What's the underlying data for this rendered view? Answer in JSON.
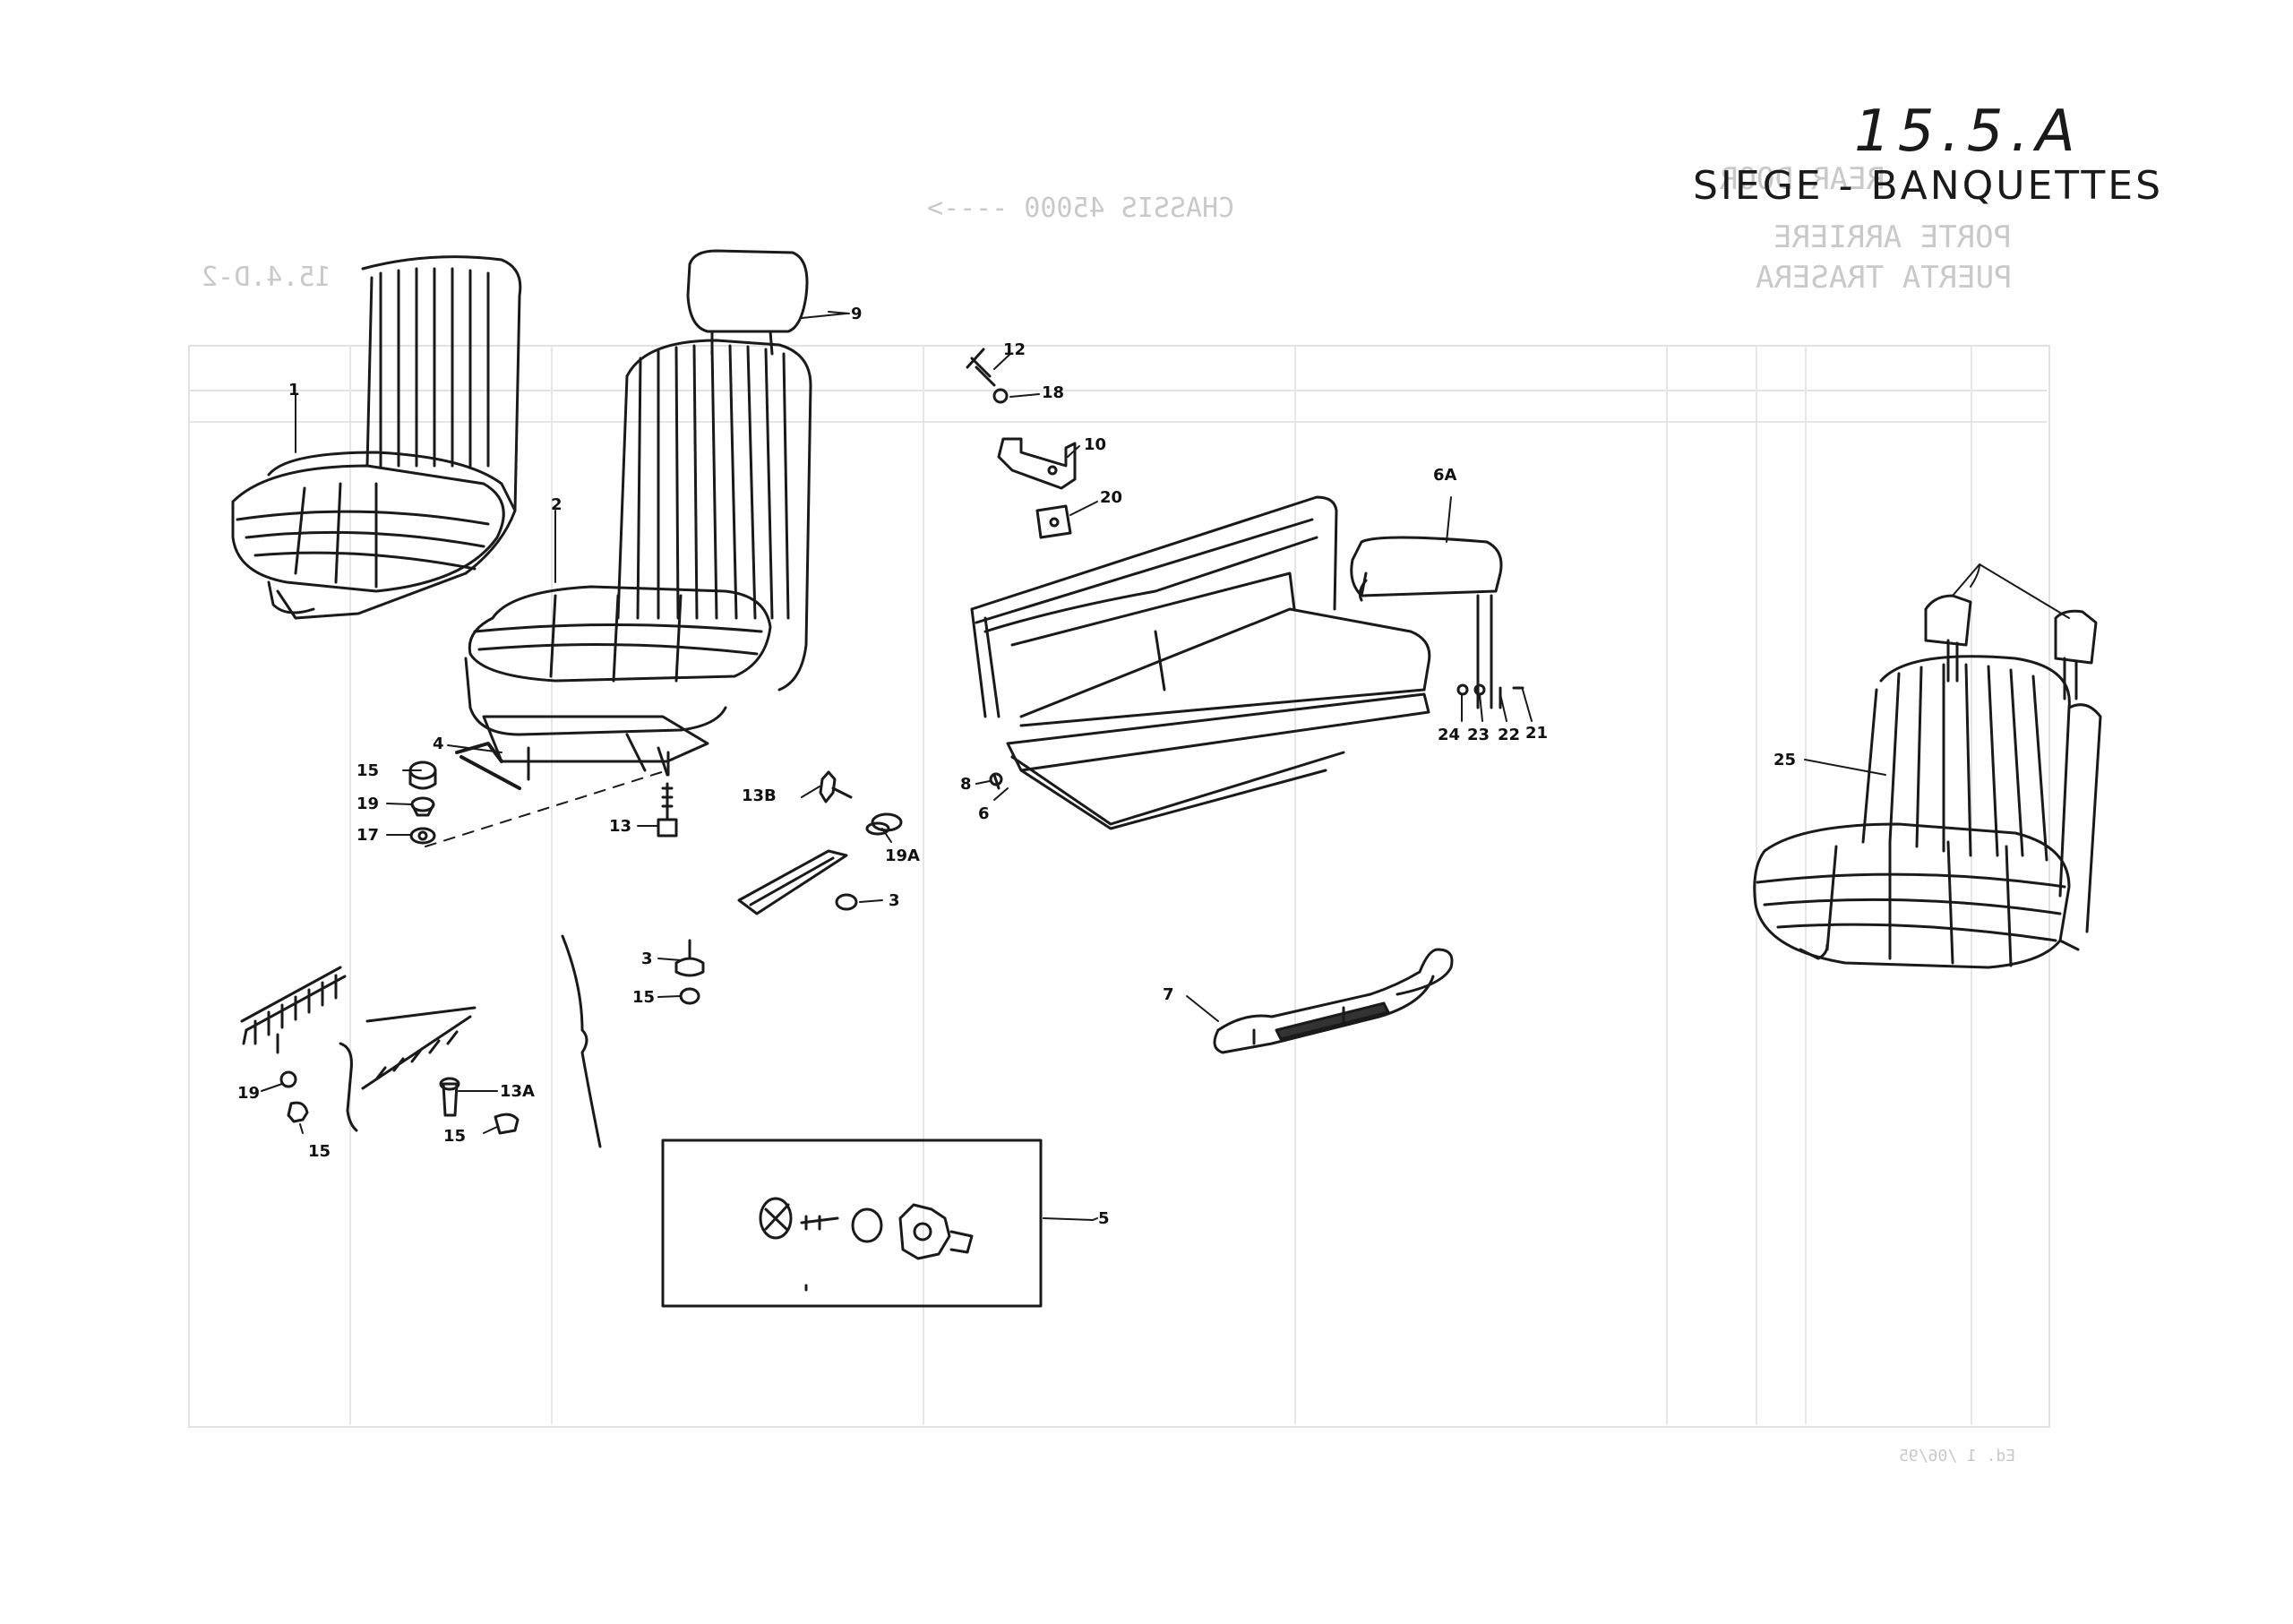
{
  "header": {
    "page_number": "15.5.A",
    "title": "SIEGE - BANQUETTES"
  },
  "callouts": [
    {
      "id": "c1",
      "label": "1"
    },
    {
      "id": "c2",
      "label": "2"
    },
    {
      "id": "c4",
      "label": "4"
    },
    {
      "id": "c9",
      "label": "9"
    },
    {
      "id": "c12",
      "label": "12"
    },
    {
      "id": "c18",
      "label": "18"
    },
    {
      "id": "c10",
      "label": "10"
    },
    {
      "id": "c20",
      "label": "20"
    },
    {
      "id": "c6A",
      "label": "6A"
    },
    {
      "id": "c15a",
      "label": "15"
    },
    {
      "id": "c19a",
      "label": "19"
    },
    {
      "id": "c17",
      "label": "17"
    },
    {
      "id": "c13",
      "label": "13"
    },
    {
      "id": "c13B",
      "label": "13B"
    },
    {
      "id": "c19A",
      "label": "19A"
    },
    {
      "id": "c3a",
      "label": "3"
    },
    {
      "id": "c8",
      "label": "8"
    },
    {
      "id": "c6",
      "label": "6"
    },
    {
      "id": "c24",
      "label": "24"
    },
    {
      "id": "c23",
      "label": "23"
    },
    {
      "id": "c22",
      "label": "22"
    },
    {
      "id": "c21",
      "label": "21"
    },
    {
      "id": "c25",
      "label": "25"
    },
    {
      "id": "c3b",
      "label": "3"
    },
    {
      "id": "c15b",
      "label": "15"
    },
    {
      "id": "c7",
      "label": "7"
    },
    {
      "id": "c19b",
      "label": "19"
    },
    {
      "id": "c15c",
      "label": "15"
    },
    {
      "id": "c13A",
      "label": "13A"
    },
    {
      "id": "c15d",
      "label": "15"
    },
    {
      "id": "c5",
      "label": "5"
    }
  ],
  "bleed_through": {
    "chassis": "CHASSIS 45000 ---->",
    "line1": "REAR DOOR",
    "line2": "PORTE ARRIERE",
    "line3": "PUERTA TRASERA",
    "ref": "15.4.D-2",
    "footer": "Ed. 1 /06/95"
  },
  "colors": {
    "ink": "#111111",
    "ghost": "#c9c9c9",
    "paper": "#ffffff"
  }
}
